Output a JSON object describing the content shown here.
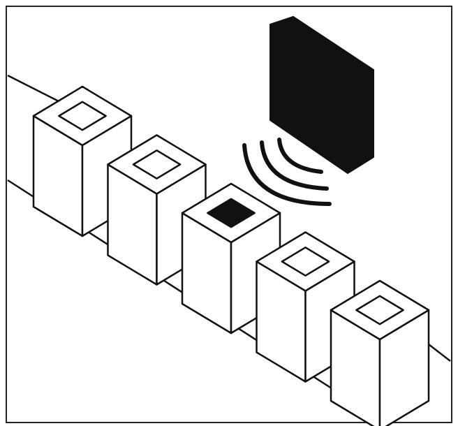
{
  "figure": {
    "subject": "conveyor-line-scanner",
    "scanner_icon": "scanner-panel-icon",
    "signal_icon": "radio-waves-icon",
    "box_count": 5,
    "flagged_box_index": 2
  },
  "colors": {
    "ink": "#111111",
    "background": "#ffffff",
    "frame": "#222222"
  }
}
